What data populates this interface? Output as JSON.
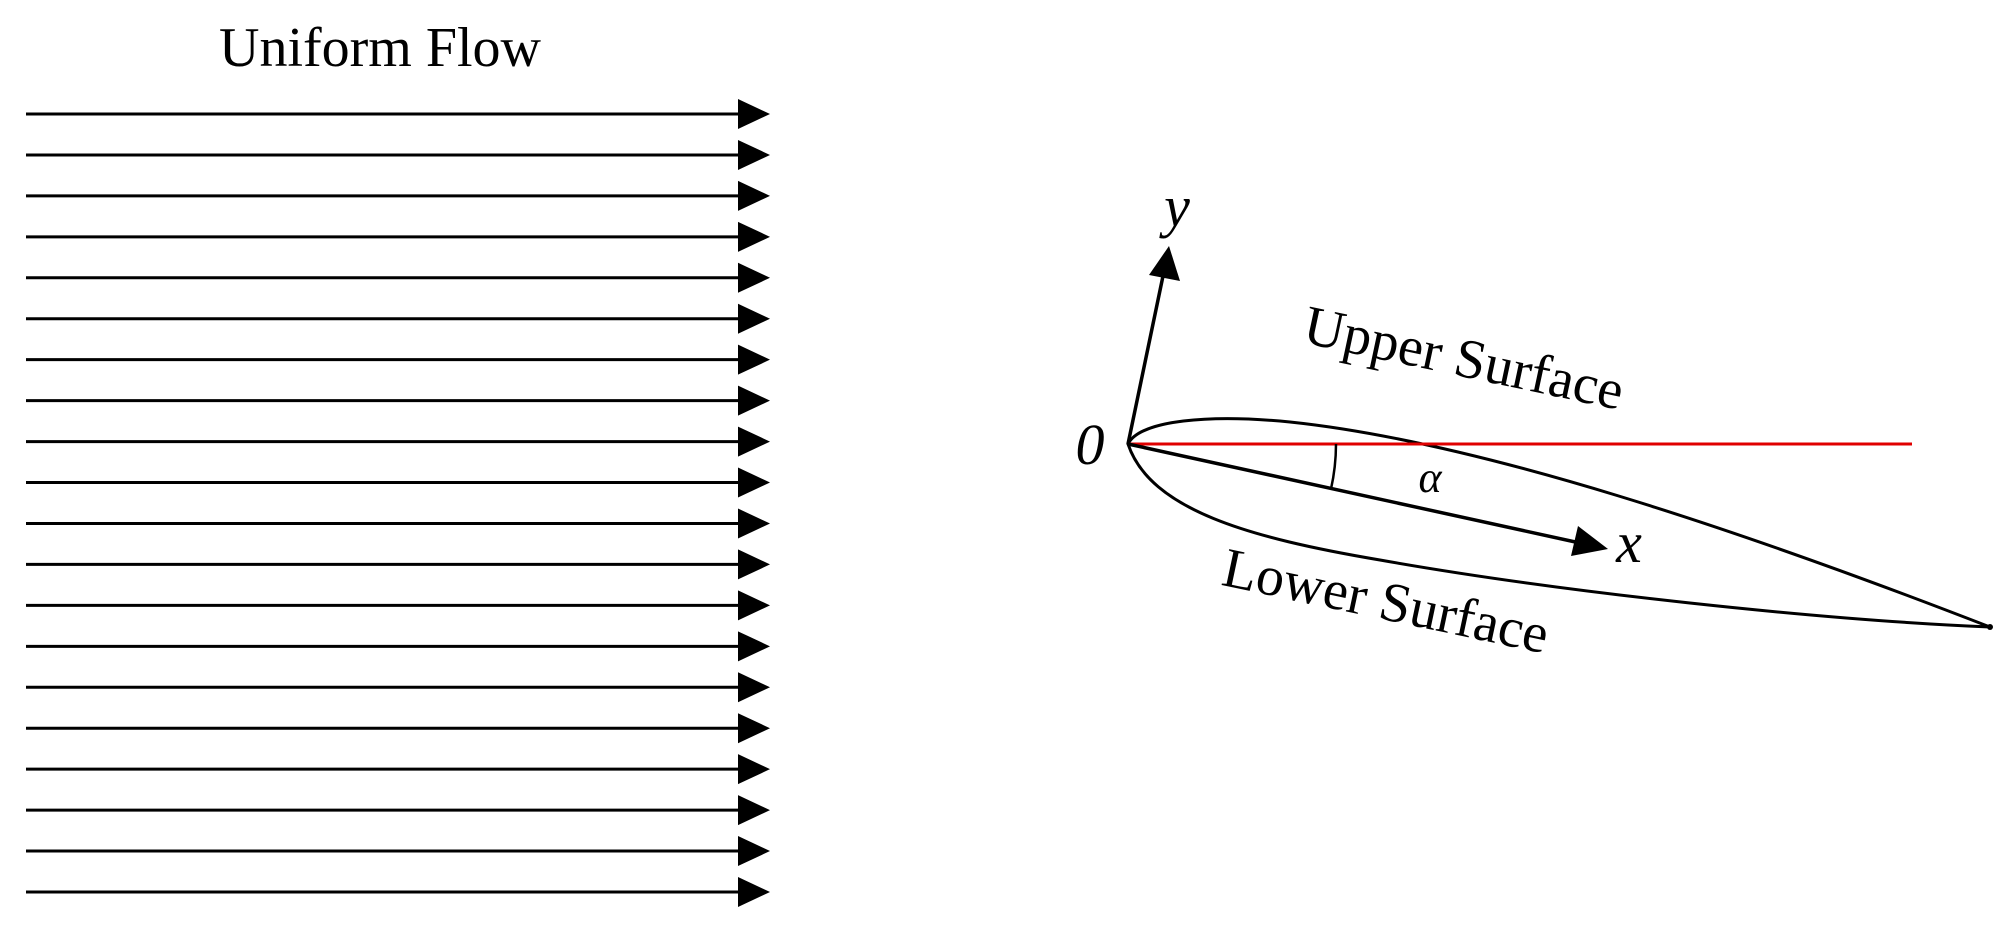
{
  "labels": {
    "uniform_flow": "Uniform Flow",
    "y_axis": "y",
    "x_axis": "x",
    "origin": "0",
    "upper_surface": "Upper Surface",
    "lower_surface": "Lower Surface",
    "angle": "α"
  },
  "colors": {
    "line": "#000000",
    "reference_line": "#e00000",
    "background": "#ffffff"
  },
  "flow": {
    "arrow_count": 20
  }
}
